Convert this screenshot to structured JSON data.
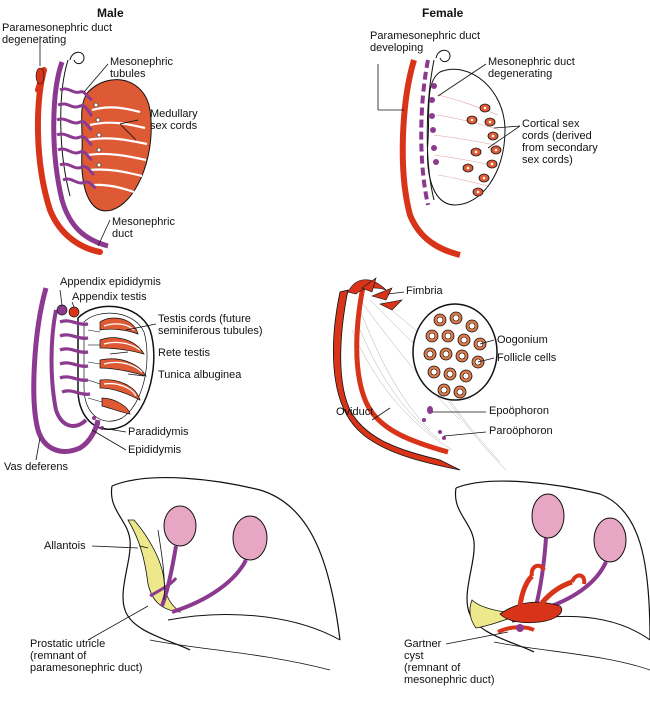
{
  "colors": {
    "duct_red": "#d7341a",
    "duct_purple": "#8b3a8f",
    "cord_orange": "#de5a34",
    "gland_pink": "#e7a6c4",
    "urethra_yellow": "#eee88c",
    "line": "#111111"
  },
  "headers": {
    "male": "Male",
    "female": "Female"
  },
  "male_top": {
    "paramesonephric": "Paramesonephric duct\ndegenerating",
    "tubules": "Mesonephric\ntubules",
    "medullary": "Medullary\nsex cords",
    "mesonephric_duct": "Mesonephric\nduct"
  },
  "female_top": {
    "paramesonephric": "Paramesonephric duct\ndeveloping",
    "mesonephric_degenerating": "Mesonephric duct\ndegenerating",
    "cortical": "Cortical sex\ncords (derived\nfrom secondary\nsex cords)"
  },
  "male_mid": {
    "appendix_epididymis": "Appendix epididymis",
    "appendix_testis": "Appendix testis",
    "testis_cords": "Testis cords (future\nseminiferous tubules)",
    "rete_testis": "Rete testis",
    "tunica": "Tunica albuginea",
    "paradidymis": "Paradidymis",
    "epididymis": "Epididymis",
    "vas_deferens": "Vas deferens"
  },
  "female_mid": {
    "fimbria": "Fimbria",
    "oogonium": "Oogonium",
    "follicle": "Follicle cells",
    "oviduct": "Oviduct",
    "epoophoron": "Epoöphoron",
    "paroophoron": "Paroöphoron"
  },
  "male_bottom": {
    "allantois": "Allantois",
    "prostatic": "Prostatic utricle\n(remnant of\nparamesonephric duct)"
  },
  "female_bottom": {
    "gartner": "Gartner\ncyst\n(remnant of\nmesonephric duct)"
  }
}
